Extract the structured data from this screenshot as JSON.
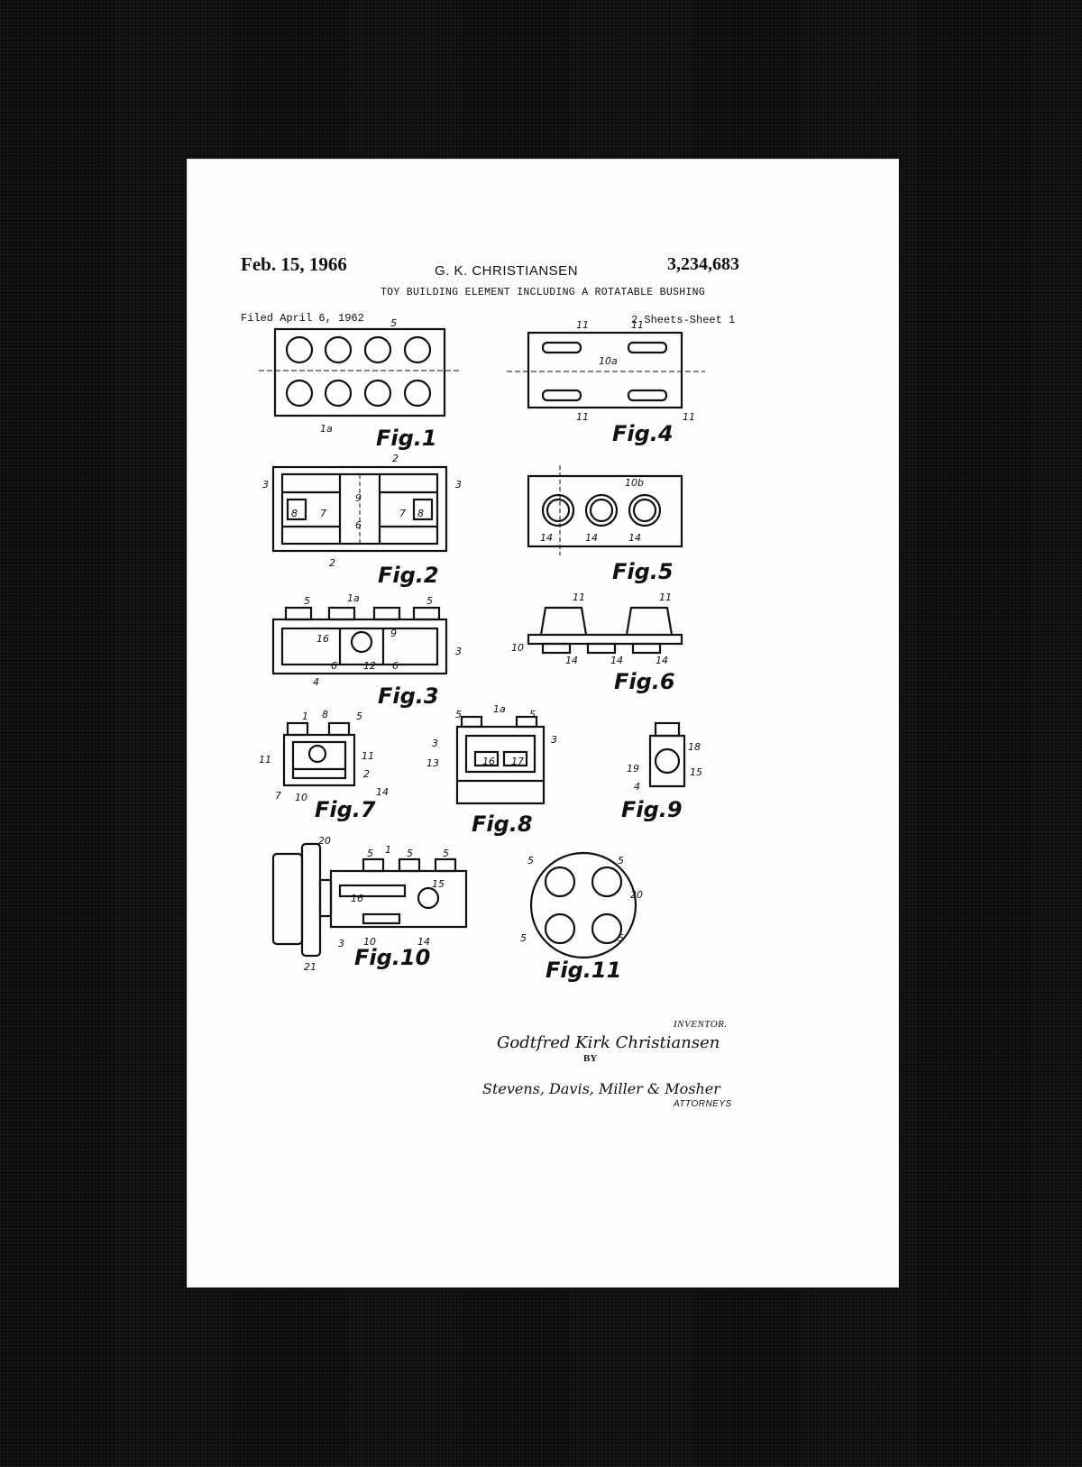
{
  "header": {
    "date": "Feb. 15, 1966",
    "inventor": "G. K. CHRISTIANSEN",
    "patent_number": "3,234,683",
    "title": "TOY BUILDING ELEMENT INCLUDING A ROTATABLE BUSHING",
    "filed": "Filed April 6, 1962",
    "sheets": "2 Sheets-Sheet 1"
  },
  "figures": {
    "fig1": "Fig.1",
    "fig2": "Fig.2",
    "fig3": "Fig.3",
    "fig4": "Fig.4",
    "fig5": "Fig.5",
    "fig6": "Fig.6",
    "fig7": "Fig.7",
    "fig8": "Fig.8",
    "fig9": "Fig.9",
    "fig10": "Fig.10",
    "fig11": "Fig.11"
  },
  "signature": {
    "inventor_label": "INVENTOR.",
    "inventor_name": "Godtfred Kirk Christiansen",
    "by": "BY",
    "attorneys_name": "Stevens, Davis, Miller & Mosher",
    "attorneys_label": "ATTORNEYS"
  }
}
